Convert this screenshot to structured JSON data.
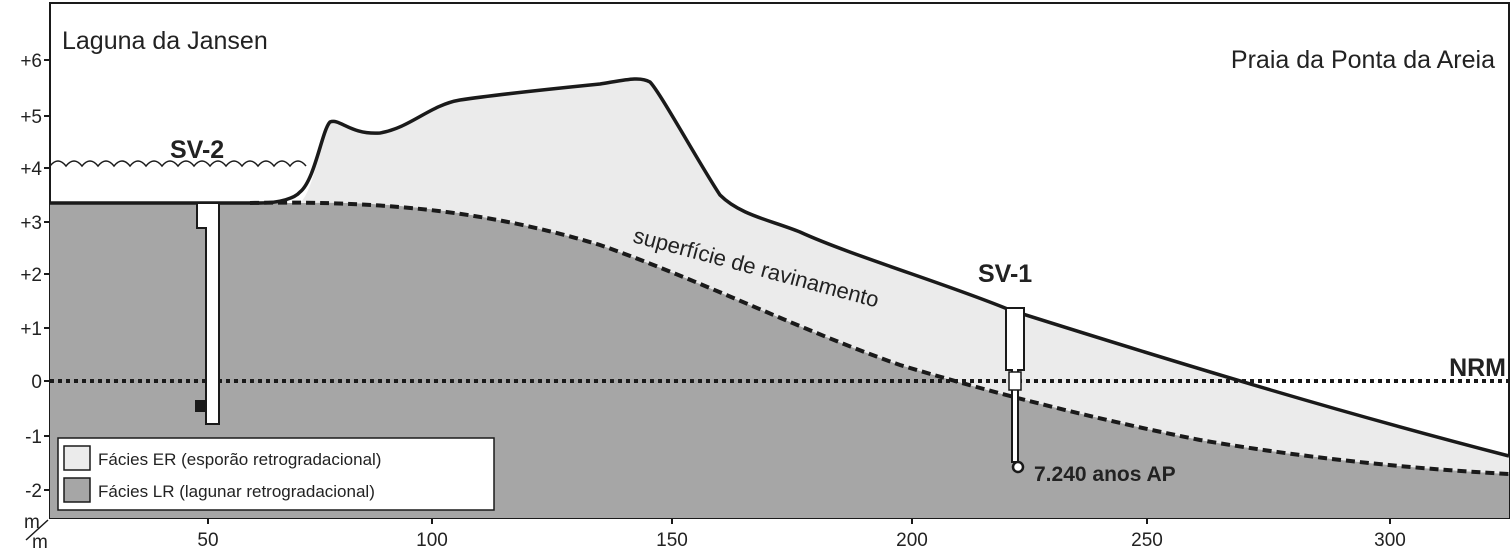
{
  "title_left": "Laguna da Jansen",
  "title_right": "Praia da Ponta da Areia",
  "labels": {
    "sv2": "SV-2",
    "sv1": "SV-1",
    "surface": "superfície de ravinamento",
    "nrm": "NRM",
    "date": "7.240 anos AP"
  },
  "axis": {
    "y_unit": "m",
    "x_unit": "m",
    "y_ticks": [
      "+6",
      "+5",
      "+4",
      "+3",
      "+2",
      "+1",
      "0",
      "-1",
      "-2"
    ],
    "x_ticks": [
      "50",
      "100",
      "150",
      "200",
      "250",
      "300"
    ]
  },
  "legend": [
    {
      "label": "Fácies ER (esporão retrogradacional)",
      "color": "#ebebeb"
    },
    {
      "label": "Fácies LR (lagunar retrogradacional)",
      "color": "#a6a6a6"
    }
  ],
  "colors": {
    "facies_er": "#ebebeb",
    "facies_lr": "#a6a6a6",
    "line": "#1a1a1a"
  }
}
